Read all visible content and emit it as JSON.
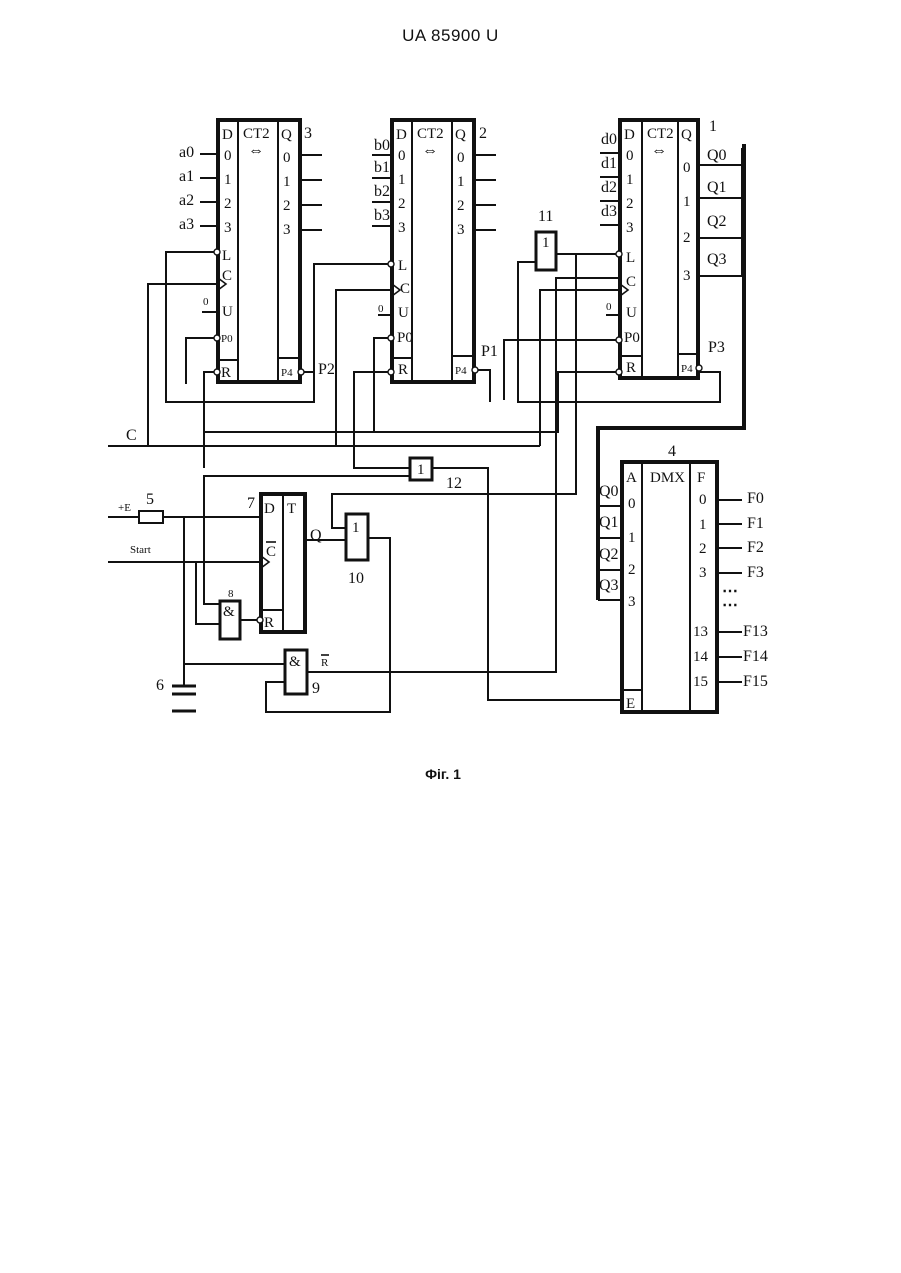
{
  "header": {
    "text": "UA   85900   U"
  },
  "caption": {
    "text": "Фіг. 1"
  },
  "counters": [
    {
      "id": "3",
      "type": "CT2",
      "arrow": "⇔",
      "d_pins": [
        "D",
        "0",
        "1",
        "2",
        "3"
      ],
      "q_pins": [
        "Q",
        "0",
        "1",
        "2",
        "3"
      ],
      "ctrl_pins": [
        "L",
        "C",
        "U",
        "P0",
        "R"
      ],
      "carry": "P4",
      "inputs": [
        "a0",
        "a1",
        "a2",
        "a3"
      ],
      "u_input": "0",
      "carry_label": "P2"
    },
    {
      "id": "2",
      "type": "CT2",
      "arrow": "⇔",
      "d_pins": [
        "D",
        "0",
        "1",
        "2",
        "3"
      ],
      "q_pins": [
        "Q",
        "0",
        "1",
        "2",
        "3"
      ],
      "ctrl_pins": [
        "L",
        "C",
        "U",
        "P0",
        "R"
      ],
      "carry": "P4",
      "inputs": [
        "b0",
        "b1",
        "b2",
        "b3"
      ],
      "u_input": "0",
      "carry_label": "P1"
    },
    {
      "id": "1",
      "type": "CT2",
      "arrow": "⇔",
      "d_pins": [
        "D",
        "0",
        "1",
        "2",
        "3"
      ],
      "q_pins": [
        "Q",
        "0",
        "1",
        "2",
        "3"
      ],
      "ctrl_pins": [
        "L",
        "C",
        "U",
        "P0",
        "R"
      ],
      "carry": "P4",
      "inputs": [
        "d0",
        "d1",
        "d2",
        "d3"
      ],
      "u_input": "0",
      "carry_label": "P3",
      "outputs": [
        "Q0",
        "Q1",
        "Q2",
        "Q3"
      ]
    }
  ],
  "demux": {
    "id": "4",
    "type": "DMX",
    "a_pins": [
      "A",
      "0",
      "1",
      "2",
      "3"
    ],
    "f_pins": [
      "F",
      "0",
      "1",
      "2",
      "3",
      "13",
      "14",
      "15"
    ],
    "enable": "E",
    "inputs": [
      "Q0",
      "Q1",
      "Q2",
      "Q3"
    ],
    "outputs": [
      "F0",
      "F1",
      "F2",
      "F3",
      "F13",
      "F14",
      "F15"
    ],
    "ellipsis": "⋯"
  },
  "flipflop": {
    "id": "7",
    "d": "D",
    "t": "T",
    "c": "C",
    "r": "R",
    "q": "Q"
  },
  "gates": [
    {
      "id": "11",
      "symbol": "1"
    },
    {
      "id": "12",
      "symbol": "1"
    },
    {
      "id": "10",
      "symbol": "1"
    },
    {
      "id": "8",
      "symbol": "&"
    },
    {
      "id": "9",
      "symbol": "&"
    }
  ],
  "resistor": {
    "id": "5",
    "supply": "+E"
  },
  "capacitor": {
    "id": "6"
  },
  "signals": {
    "clock": "C",
    "start": "Start",
    "reset_bar": "R"
  }
}
